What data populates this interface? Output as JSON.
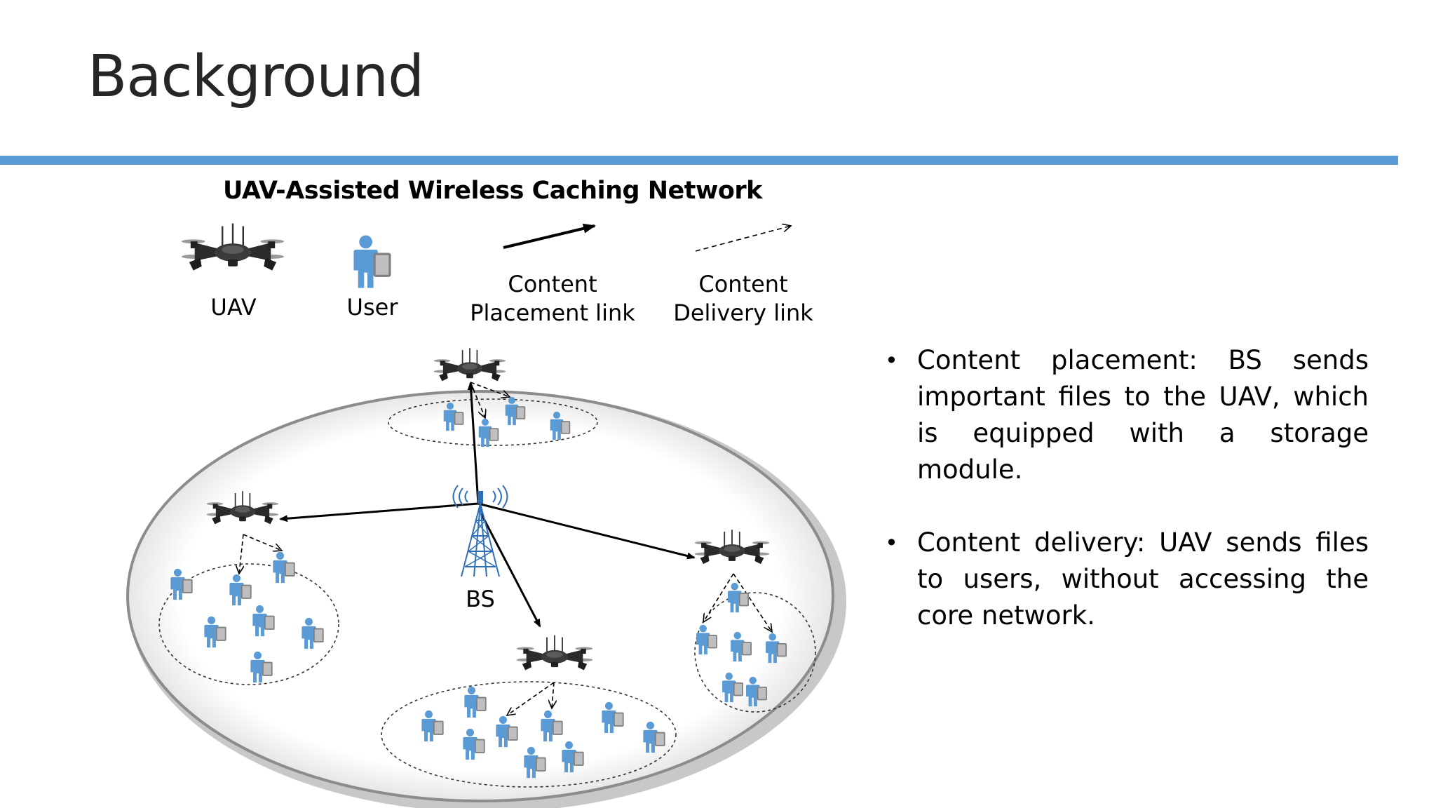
{
  "slide": {
    "title": "Background"
  },
  "diagram": {
    "title": "UAV-Assisted Wireless Caching Network",
    "legend": {
      "uav": "UAV",
      "user": "User",
      "placement_line1": "Content",
      "placement_line2": "Placement link",
      "delivery_line1": "Content",
      "delivery_line2": "Delivery link"
    },
    "bs_label": "BS"
  },
  "bullets": [
    "Content placement: BS sends important files to the UAV, which is equipped with a storage module.",
    "Content delivery: UAV sends files to users, without accessing the core network."
  ],
  "colors": {
    "accent_rule": "#5b9bd5",
    "user_icon": "#5b9bd5",
    "tower": "#2e6fb8"
  }
}
